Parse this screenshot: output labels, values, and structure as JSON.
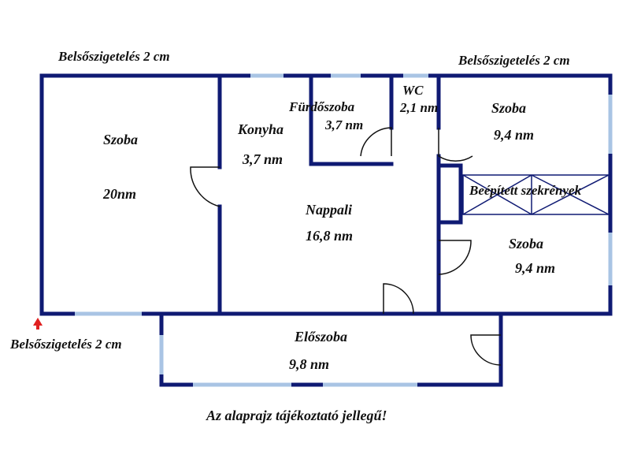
{
  "colors": {
    "wall": "#0f1a73",
    "window": "#a9c4e4",
    "door": "#111111",
    "arrow": "#e02020"
  },
  "annotations": {
    "insulation_top_left": "Belsőszigetelés 2 cm",
    "insulation_top_right": "Belsőszigetelés 2 cm",
    "insulation_bottom_left": "Belsőszigetelés 2 cm"
  },
  "rooms": {
    "szoba_left": {
      "name": "Szoba",
      "area": "20nm"
    },
    "konyha": {
      "name": "Konyha",
      "area": "3,7 nm"
    },
    "furdoszoba": {
      "name": "Fürdőszoba",
      "area": "3,7 nm"
    },
    "wc": {
      "name": "WC",
      "area": "2,1 nm"
    },
    "szoba_top_right": {
      "name": "Szoba",
      "area": "9,4 nm"
    },
    "nappali": {
      "name": "Nappali",
      "area": "16,8 nm"
    },
    "beepitett": {
      "name": "Beépített szekrények"
    },
    "szoba_bottom_right": {
      "name": "Szoba",
      "area": "9,4 nm"
    },
    "eloszoba": {
      "name": "Előszoba",
      "area": "9,8 nm"
    }
  },
  "disclaimer": "Az alaprajz tájékoztató jellegű!",
  "icons": {
    "entrance": "entrance-arrow-icon"
  }
}
